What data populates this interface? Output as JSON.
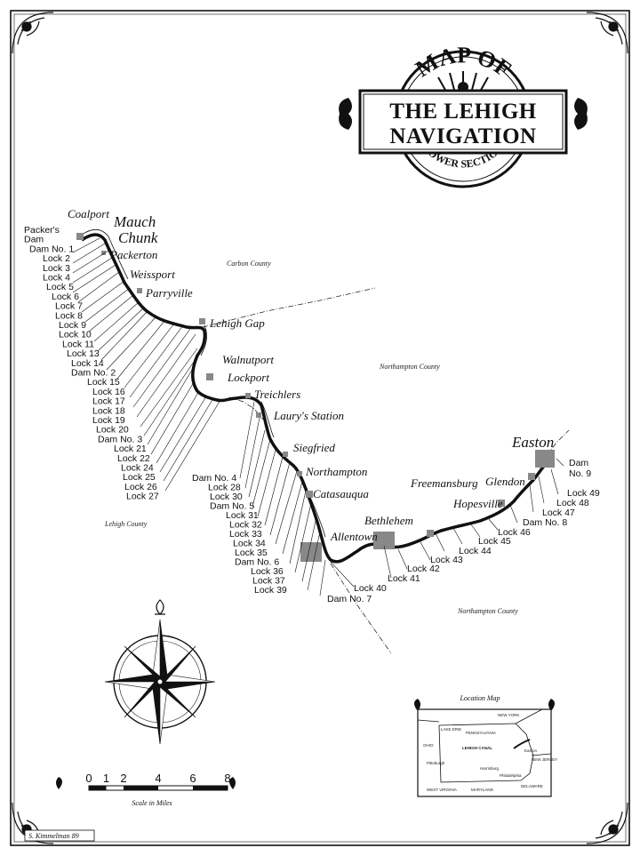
{
  "title": {
    "arc_top": "MAP OF",
    "line1": "THE LEHIGH",
    "line2": "NAVIGATION",
    "arc_bottom": "LOWER SECTION"
  },
  "counties": {
    "carbon": "Carbon County",
    "northampton_upper": "Northampton County",
    "lehigh": "Lehigh County",
    "northampton_lower": "Northampton County"
  },
  "towns": {
    "coalport": "Coalport",
    "mauch": "Mauch",
    "chunk": "Chunk",
    "packerton": "Packerton",
    "weissport": "Weissport",
    "parryville": "Parryville",
    "lehigh_gap": "Lehigh Gap",
    "walnutport": "Walnutport",
    "lockport": "Lockport",
    "treichlers": "Treichlers",
    "laurys_station": "Laury's Station",
    "siegfried": "Siegfried",
    "northampton": "Northampton",
    "catasauqua": "Catasauqua",
    "allentown": "Allentown",
    "bethlehem": "Bethlehem",
    "freemansburg": "Freemansburg",
    "hopesville": "Hopesville",
    "glendon": "Glendon",
    "easton": "Easton"
  },
  "left_labels": [
    "Packer's",
    "Dam",
    "Dam No. 1",
    "Lock 2",
    "Lock 3",
    "Lock 4",
    "Lock 5",
    "Lock 6",
    "Lock 7",
    "Lock 8",
    "Lock 9",
    "Lock 10",
    "Lock 11",
    "Lock 13",
    "Lock 14",
    "Dam No. 2",
    "Lock 15",
    "Lock 16",
    "Lock 17",
    "Lock 18",
    "Lock 19",
    "Lock 20",
    "Dam No. 3",
    "Lock 21",
    "Lock 22",
    "Lock 24",
    "Lock 25",
    "Lock 26",
    "Lock 27"
  ],
  "mid_labels": [
    "Dam No. 4",
    "Lock 28",
    "Lock 30",
    "Dam No. 5",
    "Lock 31",
    "Lock 32",
    "Lock 33",
    "Lock 34",
    "Lock 35",
    "Dam No. 6",
    "Lock 36",
    "Lock 37",
    "Lock 39"
  ],
  "lower_labels": {
    "lock40": "Lock 40",
    "dam7": "Dam No. 7",
    "lock41": "Lock 41",
    "lock42": "Lock 42",
    "lock43": "Lock 43",
    "lock44": "Lock 44",
    "lock45": "Lock 45",
    "lock46": "Lock 46",
    "dam8": "Dam No. 8",
    "lock47": "Lock 47",
    "lock48": "Lock 48",
    "lock49": "Lock 49",
    "dam9a": "Dam",
    "dam9b": "No. 9"
  },
  "scale": {
    "ticks": [
      "0",
      "1",
      "2",
      "4",
      "6",
      "8"
    ],
    "caption": "Scale in Miles"
  },
  "location_map": {
    "title": "Location Map",
    "canal": "LEHIGH CANAL",
    "pennsylvania": "PENNSYLVANIA",
    "new_york": "NEW YORK",
    "new_jersey": "NEW JERSEY",
    "ohio": "OHIO",
    "lake_erie": "LAKE ERIE",
    "west_virginia": "WEST VIRGINIA",
    "maryland": "MARYLAND",
    "delaware": "DELAWARE",
    "pittsburgh": "Pittsburgh",
    "harrisburg": "Harrisburg",
    "philadelphia": "Philadelphia",
    "easton": "Easton"
  },
  "signature": "S. Kimmelman 89",
  "colors": {
    "ink": "#111111",
    "paper": "#ffffff"
  }
}
